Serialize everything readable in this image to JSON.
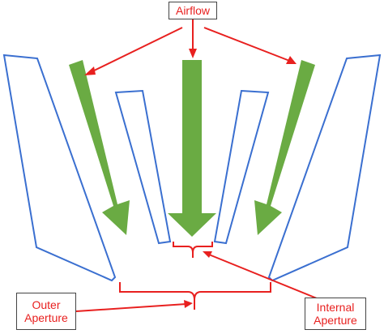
{
  "labels": {
    "airflow": "Airflow",
    "outer_aperture": [
      "Outer",
      "Aperture"
    ],
    "internal_aperture": [
      "Internal",
      "Aperture"
    ]
  },
  "colors": {
    "wall_outline": "#3a6fd0",
    "airflow_arrow": "#6aab43",
    "annotation": "#e8201f",
    "label_border": "#444444",
    "background": "#ffffff"
  }
}
